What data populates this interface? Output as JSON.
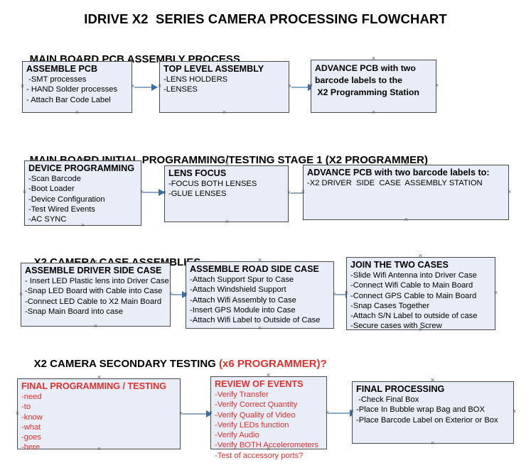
{
  "title": "IDRIVE X2  SERIES CAMERA PROCESSING FLOWCHART",
  "colors": {
    "box_fill": "#e8edf7",
    "box_border": "#4a4a4a",
    "arrow_shaft": "#8da9c4",
    "arrow_head": "#3b6ea8",
    "red_text": "#e02f2c",
    "black_text": "#000000",
    "background": "#ffffff"
  },
  "sections": [
    {
      "heading": "MAIN BOARD PCB ASSEMBLY PROCESS",
      "heading_accent": "",
      "nodes": [
        {
          "title": "ASSEMBLE PCB",
          "lines": [
            " -SMT processes",
            "- HAND Solder processes",
            "- Attach Bar Code Label"
          ]
        },
        {
          "title": "TOP LEVEL ASSEMBLY",
          "lines": [
            "-LENS HOLDERS",
            "-LENSES"
          ]
        },
        {
          "title": "ADVANCE PCB with two",
          "lines": [
            "barcode labels to the",
            " X2 Programming Station"
          ]
        }
      ]
    },
    {
      "heading": "MAIN BOARD INITIAL PROGRAMMING/TESTING STAGE 1 (X2 PROGRAMMER)",
      "heading_accent": "",
      "nodes": [
        {
          "title": "DEVICE PROGRAMMING",
          "lines": [
            "-Scan Barcode",
            "-Boot Loader",
            "-Device Configuration",
            "-Test Wired Events",
            "-AC SYNC"
          ]
        },
        {
          "title": "LENS FOCUS",
          "lines": [
            "-FOCUS BOTH LENSES",
            "-GLUE LENSES"
          ]
        },
        {
          "title": "ADVANCE PCB with two barcode labels to:",
          "lines": [
            "-X2 DRIVER  SIDE  CASE  ASSEMBLY STATION"
          ]
        }
      ]
    },
    {
      "heading": "X2 CAMERA CASE ASSEMBLIES",
      "heading_accent": "",
      "nodes": [
        {
          "title": "ASSEMBLE DRIVER SIDE CASE",
          "lines": [
            "- Insert LED Plastic lens into Driver Case",
            "-Snap LED Board with Cable into Case",
            "-Connect LED Cable to X2 Main Board",
            "-Snap Main Board into case"
          ]
        },
        {
          "title": "ASSEMBLE ROAD SIDE CASE",
          "lines": [
            "-Attach Support Spur to Case",
            "-Attach Windshield Support",
            "-Attach Wifi Assembly to Case",
            "-Insert GPS Module into Case",
            "-Attach Wifi Label to Outside of Case"
          ]
        },
        {
          "title": "JOIN THE TWO CASES",
          "lines": [
            "-Slide Wifi Antenna into Driver Case",
            "-Connect Wifi Cable to Main Board",
            "-Connect GPS Cable to Main Board",
            "-Snap Cases Together",
            "-Attach S/N Label to outside of case",
            "-Secure cases with Screw"
          ]
        }
      ]
    },
    {
      "heading": "X2 CAMERA SECONDARY TESTING ",
      "heading_accent": "(x6 PROGRAMMER)?",
      "nodes": [
        {
          "title": "FINAL PROGRAMMING / TESTING",
          "lines": [
            "-need",
            "-to",
            "-know",
            "-what",
            "-goes",
            "-here"
          ]
        },
        {
          "title": "REVIEW OF EVENTS",
          "lines": [
            "-Verify Transfer",
            "-Verify Correct Quantity",
            "-Verify Quality of Video",
            "-Verify LEDs function",
            "-Verify Audio",
            "-Verify BOTH Accelerometers",
            "-Test of accessory ports?"
          ]
        },
        {
          "title": "FINAL PROCESSING",
          "lines": [
            " -Check Final Box",
            "-Place In Bubble wrap Bag and BOX",
            "-Place Barcode Label on Exterior or Box"
          ]
        }
      ]
    }
  ]
}
